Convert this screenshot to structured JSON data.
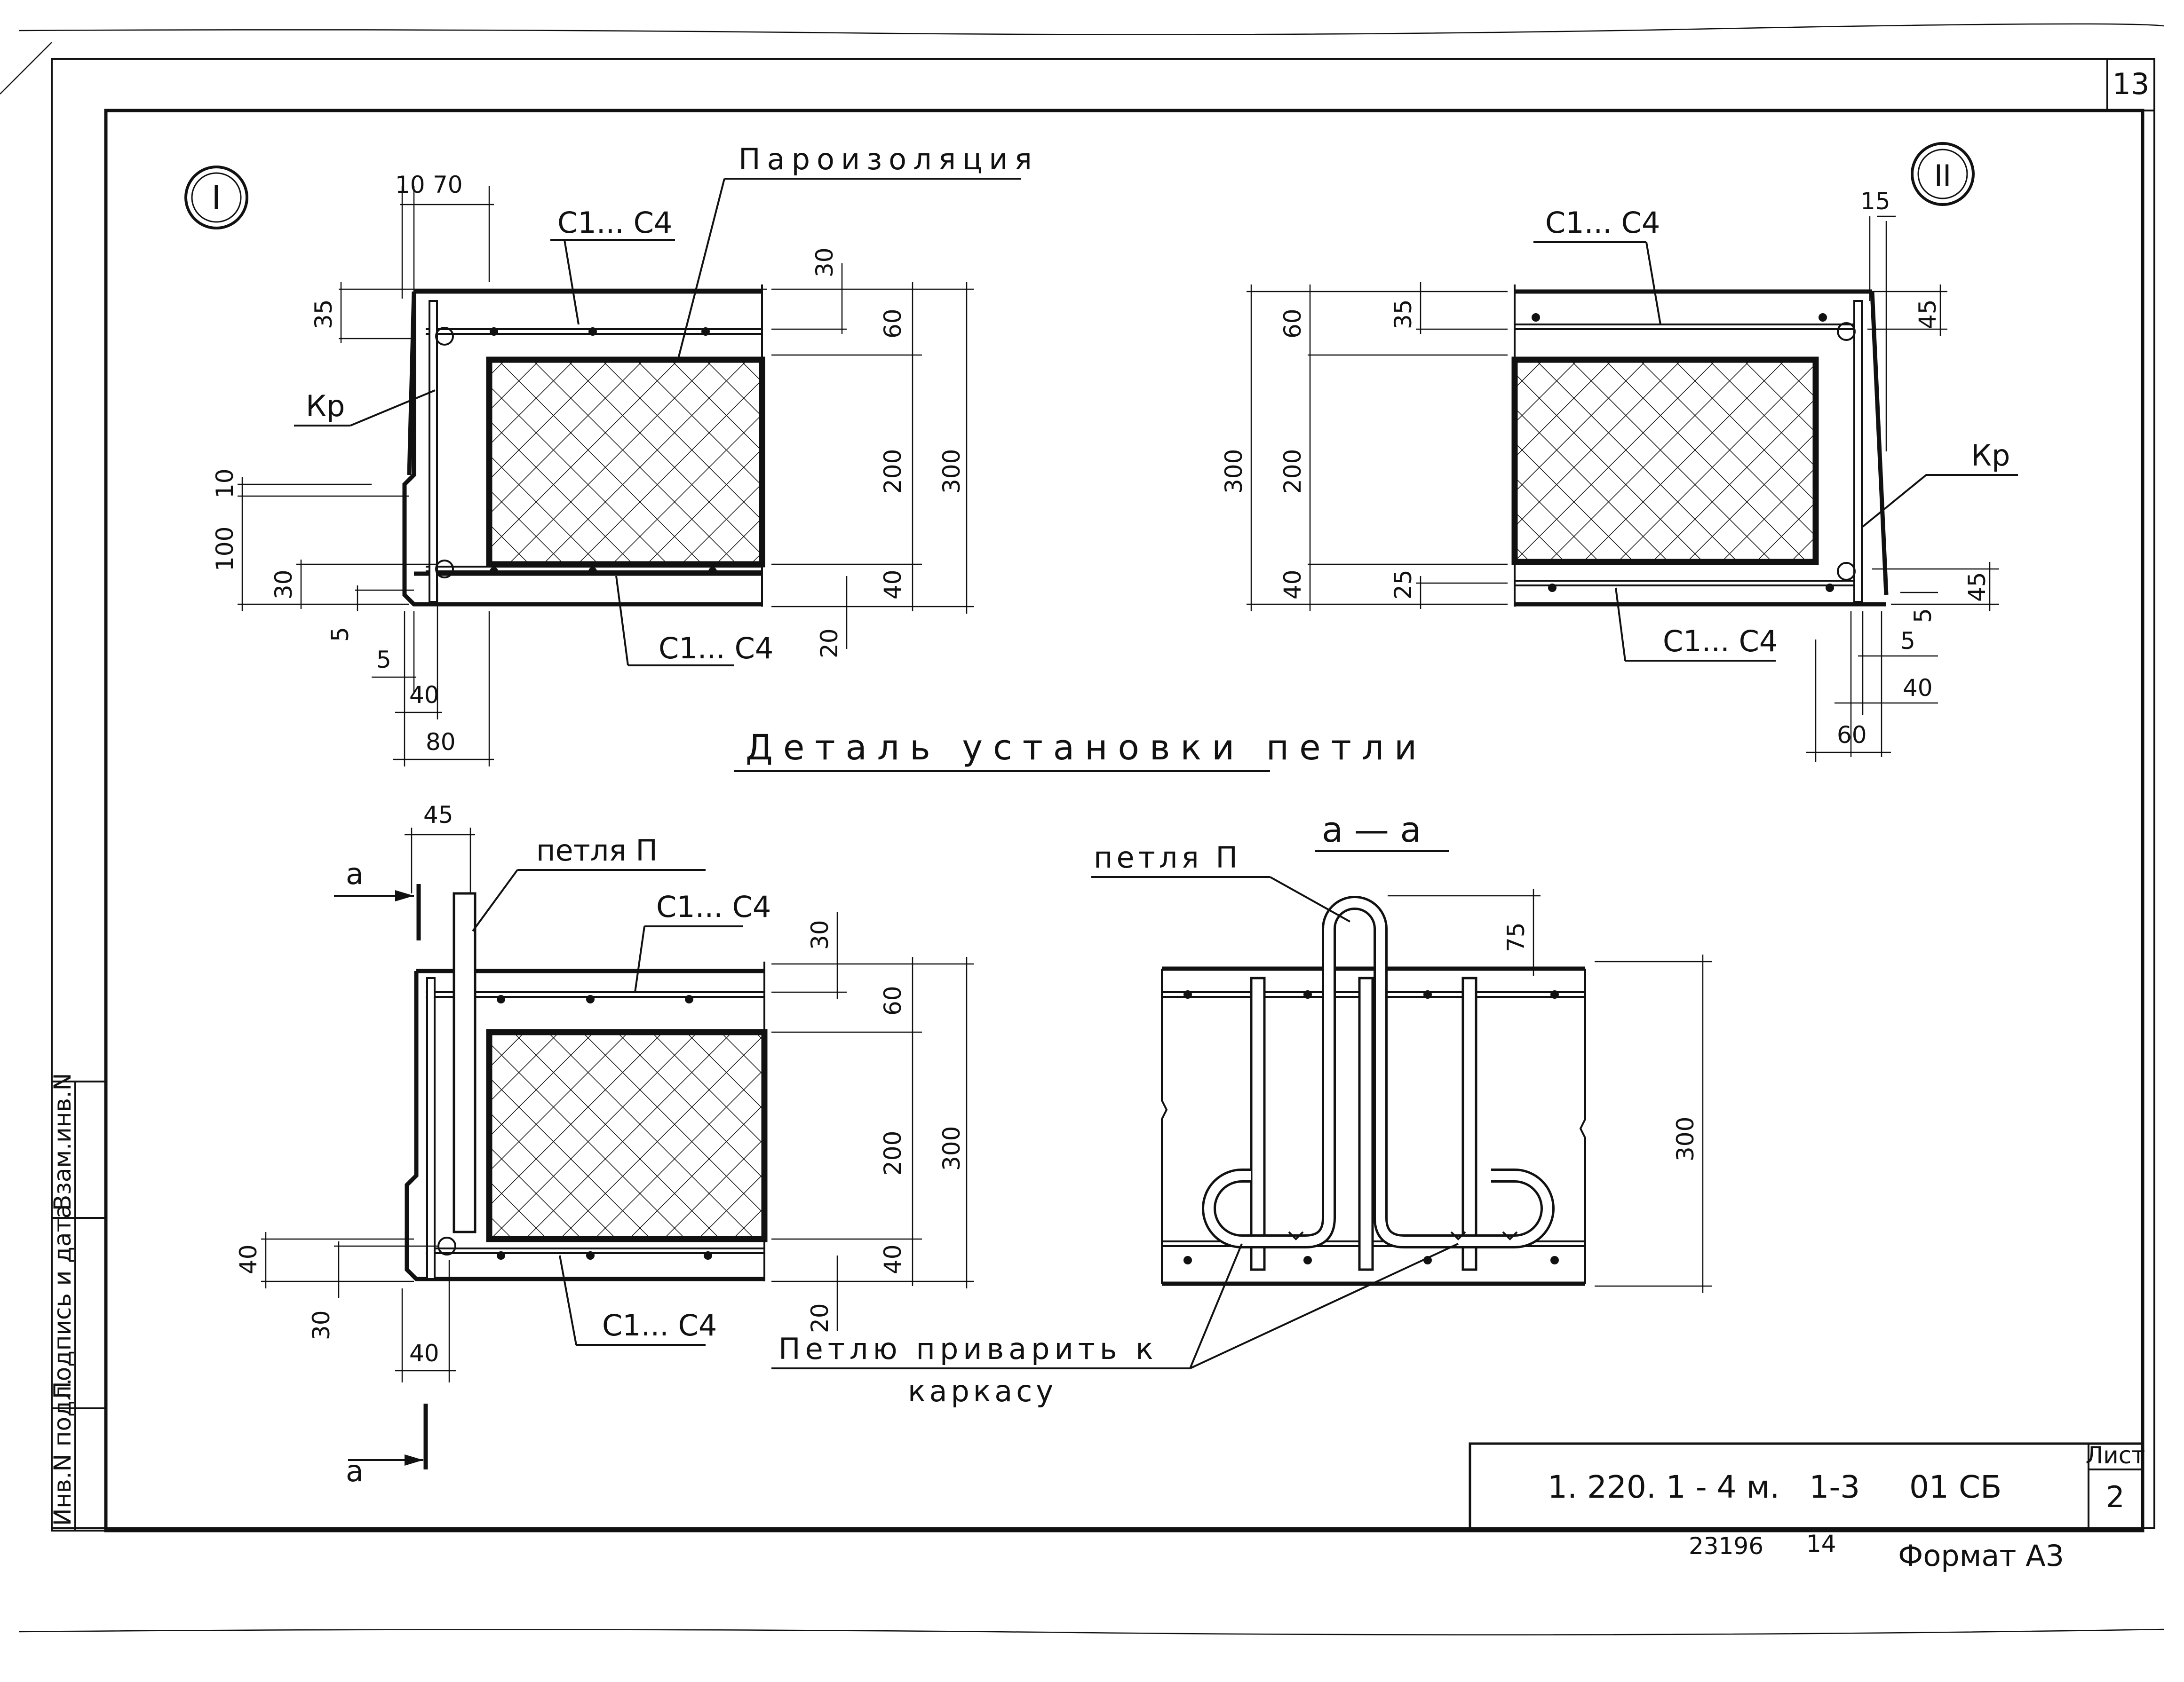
{
  "sheet": {
    "page_number": "13",
    "sheet_label": "Лист",
    "sheet_no": "2",
    "code": "1. 220. 1 - 4 м.   1-3     01 СБ",
    "inv": "23196",
    "copy": "14",
    "format": "Формат А3"
  },
  "side_stamp": [
    "Инв.N подл.",
    "Подпись и дата",
    "Взам.инв.N"
  ],
  "titles": {
    "detail": "Деталь установки петли",
    "section": "a — a"
  },
  "view1": {
    "marker": "I",
    "vapor_barrier": "Пароизоляция",
    "top_rebar": "С1... С4",
    "bottom_rebar": "С1... С4",
    "kr": "Кр",
    "dims": {
      "d10": "10",
      "d70": "70",
      "d30": "30",
      "d35": "35",
      "d60": "60",
      "d200": "200",
      "d300": "300",
      "d10b": "10",
      "d100": "100",
      "d30b": "30",
      "d40": "40",
      "d5a": "5",
      "d5b": "5",
      "d40b": "40",
      "d80": "80",
      "d20": "20"
    }
  },
  "view2": {
    "marker": "II",
    "top_rebar": "С1... С4",
    "bottom_rebar": "С1... С4",
    "kr": "Кр",
    "dims": {
      "d15": "15",
      "d35": "35",
      "d45a": "45",
      "d60": "60",
      "d200": "200",
      "d300": "300",
      "d40": "40",
      "d25": "25",
      "d45b": "45",
      "d5a": "5",
      "d5b": "5",
      "d40b": "40",
      "d60b": "60"
    }
  },
  "view3": {
    "loop": "петля  П",
    "section_mark": "a",
    "top_rebar": "С1... С4",
    "bottom_rebar": "С1... С4",
    "dims": {
      "d45": "45",
      "d30": "30",
      "d60": "60",
      "d200": "200",
      "d300": "300",
      "d40": "40",
      "d40b": "40",
      "d30b": "30",
      "d40c": "40",
      "d20": "20"
    }
  },
  "view4": {
    "loop": "петля П",
    "weld_note_1": "Петлю  приварить  к",
    "weld_note_2": "каркасу",
    "dims": {
      "d75": "75",
      "d300": "300"
    }
  }
}
